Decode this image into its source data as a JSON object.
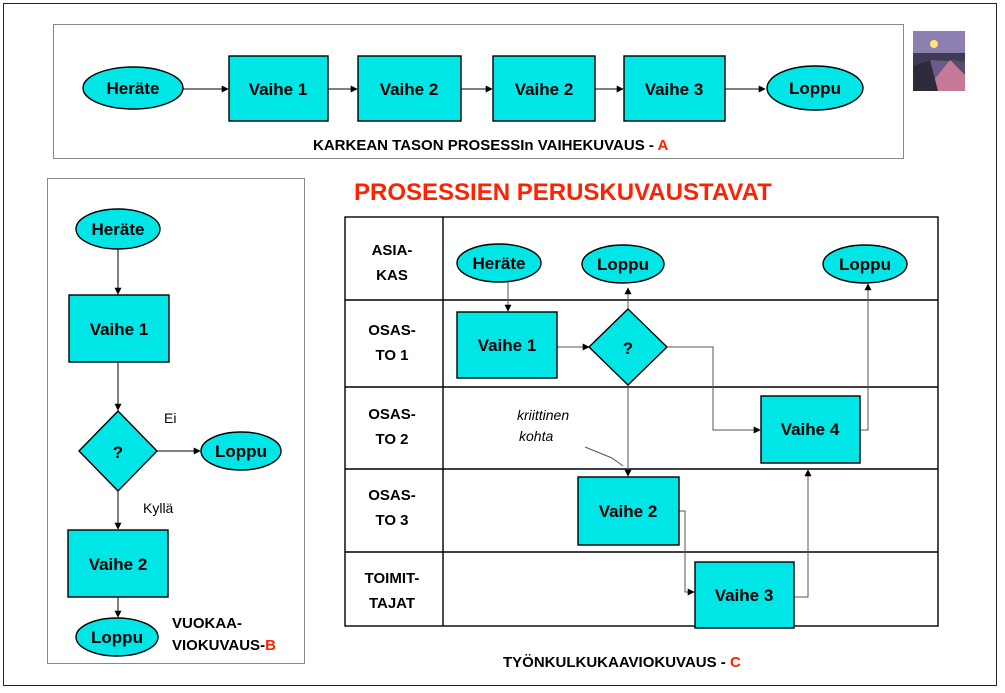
{
  "section_a": {
    "nodes": [
      "Heräte",
      "Vaihe 1",
      "Vaihe 2",
      "Vaihe 2",
      "Vaihe 3",
      "Loppu"
    ],
    "caption": "KARKEAN TASON PROSESSIn VAIHEKUVAUS - ",
    "caption_letter": "A"
  },
  "title": "PROSESSIEN PERUSKUVAUSTAVAT",
  "section_b": {
    "start": "Heräte",
    "step1": "Vaihe 1",
    "decision": "?",
    "no_label": "Ei",
    "end_no": "Loppu",
    "yes_label": "Kyllä",
    "step2": "Vaihe 2",
    "end": "Loppu",
    "caption_line1": "VUOKAA-",
    "caption_line2": "VIOKUVAUS-",
    "caption_letter": "B"
  },
  "section_c": {
    "lanes": [
      {
        "line1": "ASIA-",
        "line2": "KAS"
      },
      {
        "line1": "OSAS-",
        "line2": "TO 1"
      },
      {
        "line1": "OSAS-",
        "line2": "TO 2"
      },
      {
        "line1": "OSAS-",
        "line2": "TO 3"
      },
      {
        "line1": "TOIMIT-",
        "line2": "TAJAT"
      }
    ],
    "start": "Heräte",
    "end1": "Loppu",
    "end2": "Loppu",
    "step1": "Vaihe 1",
    "decision": "?",
    "step2": "Vaihe 2",
    "step3": "Vaihe 3",
    "step4": "Vaihe 4",
    "critical_line1": "kriittinen",
    "critical_line2": "kohta",
    "caption": "TYÖNKULKUKAAVIOKUVAUS - ",
    "caption_letter": "C"
  },
  "photo": {
    "description_icon": "river-sunset-photo"
  }
}
